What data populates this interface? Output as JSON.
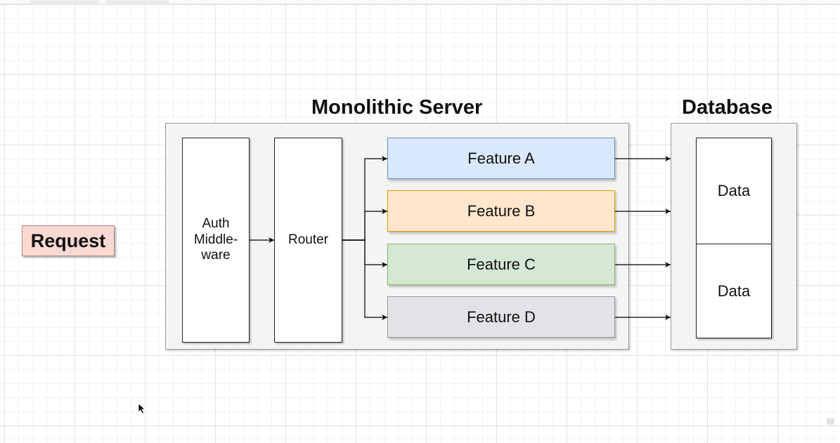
{
  "diagram": {
    "title_server": "Monolithic Server",
    "title_database": "Database",
    "request_label": "Request",
    "auth_label": "Auth\nMiddle-\nware",
    "router_label": "Router",
    "features": [
      {
        "label": "Feature A",
        "fill": "#dae8fc",
        "stroke": "#6c8ebf"
      },
      {
        "label": "Feature B",
        "fill": "#ffe6cc",
        "stroke": "#d79b00"
      },
      {
        "label": "Feature C",
        "fill": "#d5e8d4",
        "stroke": "#82b366"
      },
      {
        "label": "Feature D",
        "fill": "#e1e3e6",
        "stroke": "#999999"
      }
    ],
    "data_cells": [
      {
        "label": "Data"
      },
      {
        "label": "Data"
      }
    ]
  },
  "colors": {
    "request_fill": "#f9d9d2",
    "container_fill": "#f4f4f4",
    "edge": "#000000"
  }
}
